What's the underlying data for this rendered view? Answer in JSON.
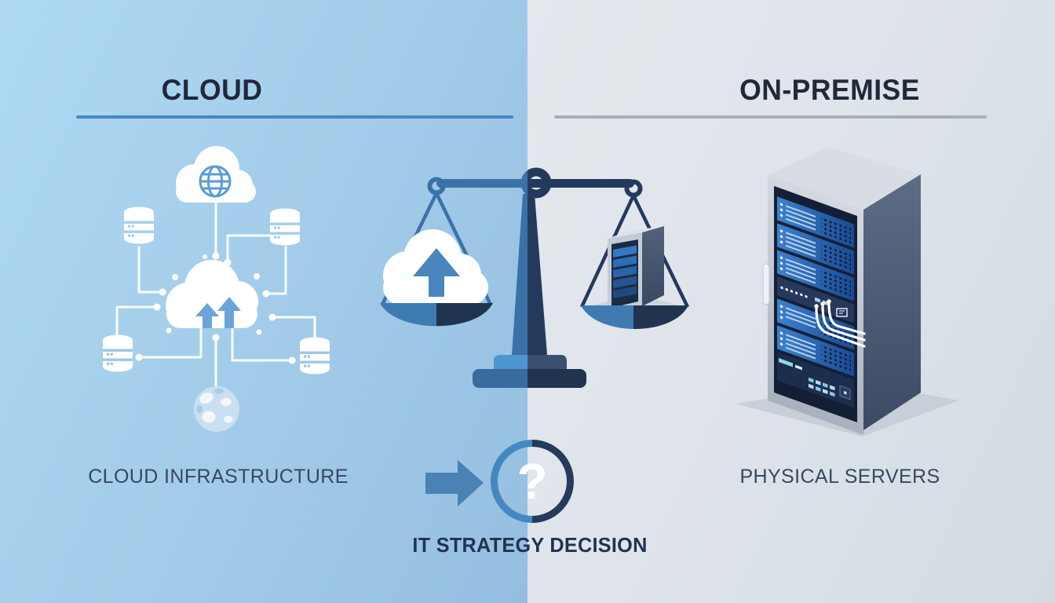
{
  "panels": {
    "left": {
      "title": "CLOUD",
      "caption": "CLOUD INFRASTRUCTURE"
    },
    "right": {
      "title": "ON-PREMISE",
      "caption": "PHYSICAL SERVERS"
    }
  },
  "center": {
    "question_mark": "?",
    "caption": "IT STRATEGY DECISION"
  },
  "colors": {
    "left_background_top": "#aed9f3",
    "left_background_bottom": "#95bee0",
    "right_background_top": "#e4e9ee",
    "right_background_bottom": "#d3dbe3",
    "left_underline": "#4788c2",
    "right_underline": "#a6afb9",
    "title_text": "#20293a",
    "caption_text": "#35495f",
    "decision_text": "#1f3350",
    "scale_left_half": "#3a72a8",
    "scale_right_half": "#243a5c",
    "pan_light": "#3f7bb3",
    "pan_dark": "#20344f",
    "arrow": "#4a82b5",
    "question_ring_left": "#4587c0",
    "question_ring_right": "#263a5c",
    "illustration_white": "#ffffff",
    "accent_blue": "#5b9bd5",
    "server_unit_blue": "#2f6fb8",
    "rack_side_gray": "#4d5b74"
  },
  "icons": {
    "cloud_globe_icon": "cloud with globe inside",
    "database_icon": "database cylinder",
    "cloud_upload_icon": "cloud with upload arrows",
    "globe_earth_icon": "earth globe",
    "balance_scale_icon": "two-pan balance scale",
    "cloud_pan_icon": "cloud with up arrow on left pan",
    "mini_server_icon": "small server tower on right pan",
    "server_rack_icon": "isometric server rack",
    "arrow_right_icon": "solid right arrow",
    "question_circle_icon": "question mark in two-tone ring"
  }
}
